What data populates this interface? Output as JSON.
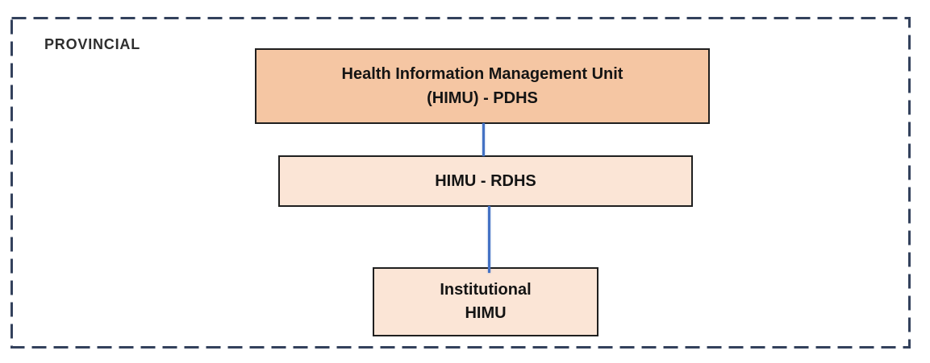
{
  "diagram": {
    "section_label": "PROVINCIAL",
    "nodes": [
      {
        "id": "himu-pdhs",
        "level": "provincial",
        "lines": [
          "Health Information Management Unit",
          "(HIMU) - PDHS"
        ]
      },
      {
        "id": "himu-rdhs",
        "level": "regional",
        "lines": [
          "HIMU - RDHS"
        ]
      },
      {
        "id": "institutional-himu",
        "level": "institutional",
        "lines": [
          "Institutional",
          "HIMU"
        ]
      }
    ],
    "connectors": [
      {
        "from": "himu-pdhs",
        "to": "himu-rdhs"
      },
      {
        "from": "himu-rdhs",
        "to": "institutional-himu"
      }
    ],
    "colors": {
      "primary_node_fill": "#f5c6a3",
      "secondary_node_fill": "#fbe5d6",
      "node_border": "#1f1f1f",
      "connector_line": "#4472c4",
      "boundary_dash": "#33415c",
      "label_text": "#2e2e2e"
    }
  }
}
